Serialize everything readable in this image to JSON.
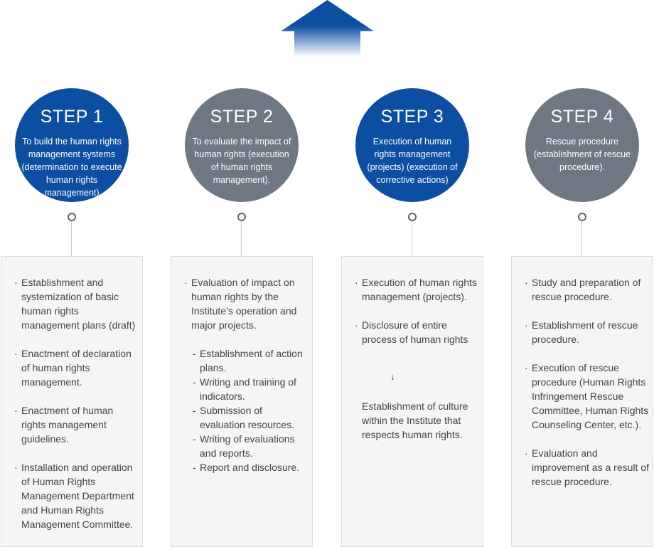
{
  "colors": {
    "blue": "#0b4ea2",
    "gray": "#6e7782",
    "box": "#f5f5f5",
    "text": "#444444"
  },
  "steps": [
    {
      "title": "STEP 1",
      "desc": "To build the human rights management systems (determination to execute human rights management)",
      "items": [
        "Establishment and systemization of basic human rights management plans (draft)",
        "Enactment of declaration of human rights management.",
        "Enactment of human rights management guidelines.",
        "Installation and operation of Human Rights Management Department and Human Rights Management Committee."
      ]
    },
    {
      "title": "STEP 2",
      "desc": "To evaluate the impact of human rights (execution of human rights management).",
      "items": [
        "Evaluation of impact on human rights by the Institute’s operation and major projects."
      ],
      "subitems": [
        "Establishment of action plans.",
        "Writing and training of indicators.",
        "Submission of evaluation resources.",
        "Writing of evaluations and reports.",
        "Report and disclosure."
      ]
    },
    {
      "title": "STEP 3",
      "desc": "Execution of human rights management (projects) (execution of corrective actions)",
      "items": [
        "Execution of human rights management (projects).",
        "Disclosure of entire process of human rights"
      ],
      "arrow": "↓",
      "conclusion": "Establishment of culture within the Institute that respects human rights."
    },
    {
      "title": "STEP 4",
      "desc": "Rescue procedure (establishment of rescue procedure).",
      "items": [
        "Study and preparation of rescue procedure.",
        "Establishment of rescue procedure.",
        "Execution of rescue procedure (Human Rights Infringement Rescue Committee, Human Rights Counseling Center, etc.).",
        "Evaluation and improvement as a result of rescue procedure."
      ]
    }
  ]
}
